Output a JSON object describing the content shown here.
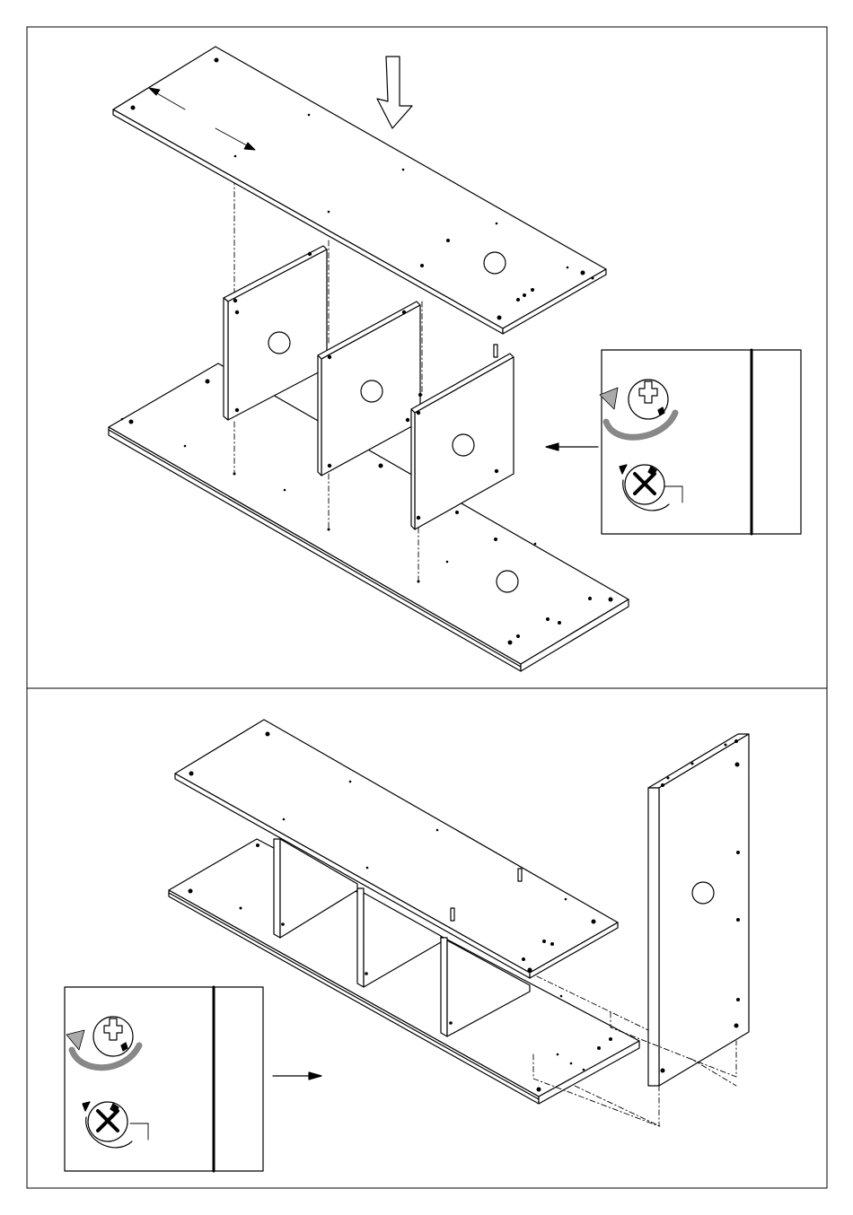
{
  "document": {
    "type": "assembly-instructions",
    "steps": [
      {
        "step_id": "step-upper",
        "description_visible": "",
        "parts": [
          "top-panel",
          "left-divider",
          "middle-divider",
          "right-divider",
          "bottom-panel"
        ],
        "detail_box": {
          "icons": [
            "cam-lock-loosen-icon",
            "cam-lock-tighten-icon"
          ]
        }
      },
      {
        "step_id": "step-lower",
        "description_visible": "",
        "parts": [
          "top-panel",
          "divider-walls",
          "bottom-panel",
          "side-panel"
        ],
        "detail_box": {
          "icons": [
            "cam-lock-loosen-icon",
            "cam-lock-tighten-icon"
          ]
        }
      }
    ],
    "colors": {
      "line": "#000000",
      "paper": "#ffffff",
      "arrow_fill": "#b0b0b0"
    }
  }
}
